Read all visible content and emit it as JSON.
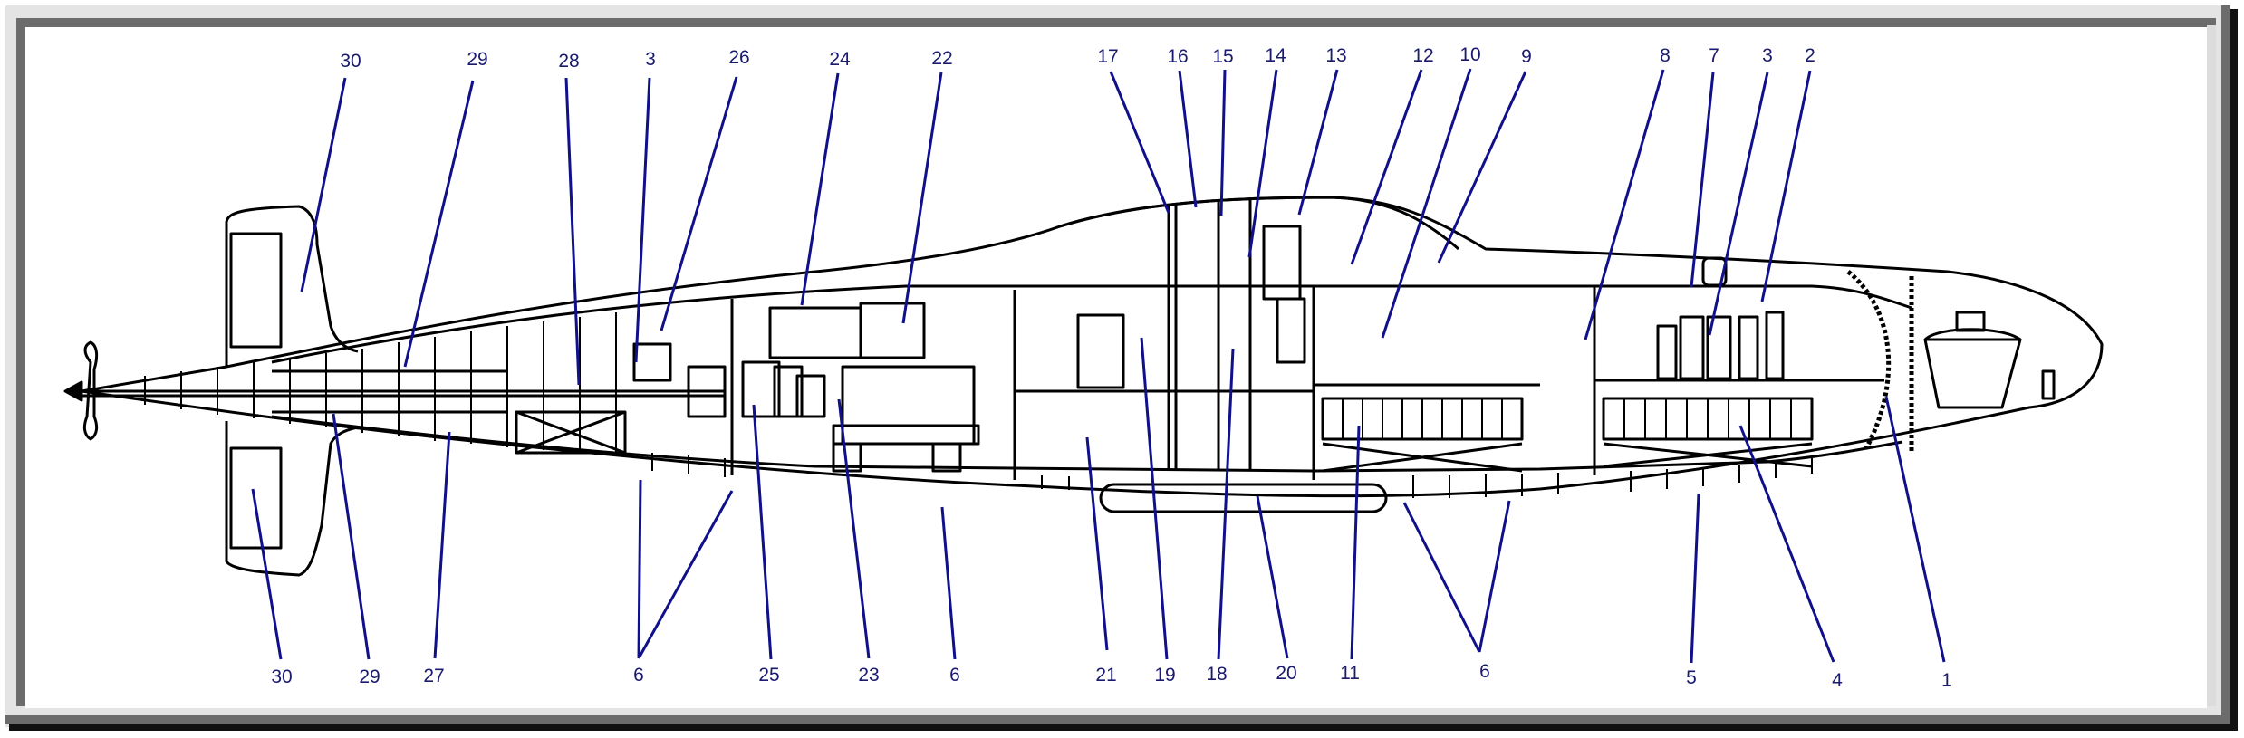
{
  "diagram": {
    "subject": "Submarine longitudinal cutaway section",
    "colors": {
      "callout_line": "#10108a",
      "callout_text": "#1a1a6e",
      "drawing_ink": "#000000",
      "frame_dark": "#6c6c6c",
      "frame_light": "#e4e4e4",
      "background": "#ffffff"
    },
    "top_labels": [
      {
        "id": "t30",
        "text": "30"
      },
      {
        "id": "t29",
        "text": "29"
      },
      {
        "id": "t28",
        "text": "28"
      },
      {
        "id": "t3a",
        "text": "3"
      },
      {
        "id": "t26",
        "text": "26"
      },
      {
        "id": "t24",
        "text": "24"
      },
      {
        "id": "t22",
        "text": "22"
      },
      {
        "id": "t17",
        "text": "17"
      },
      {
        "id": "t16",
        "text": "16"
      },
      {
        "id": "t15",
        "text": "15"
      },
      {
        "id": "t14",
        "text": "14"
      },
      {
        "id": "t13",
        "text": "13"
      },
      {
        "id": "t12",
        "text": "12"
      },
      {
        "id": "t10",
        "text": "10"
      },
      {
        "id": "t9",
        "text": "9"
      },
      {
        "id": "t8",
        "text": "8"
      },
      {
        "id": "t7",
        "text": "7"
      },
      {
        "id": "t3b",
        "text": "3"
      },
      {
        "id": "t2",
        "text": "2"
      }
    ],
    "bottom_labels": [
      {
        "id": "b30",
        "text": "30"
      },
      {
        "id": "b29",
        "text": "29"
      },
      {
        "id": "b27",
        "text": "27"
      },
      {
        "id": "b6a",
        "text": "6"
      },
      {
        "id": "b25",
        "text": "25"
      },
      {
        "id": "b23",
        "text": "23"
      },
      {
        "id": "b6b",
        "text": "6"
      },
      {
        "id": "b21",
        "text": "21"
      },
      {
        "id": "b19",
        "text": "19"
      },
      {
        "id": "b18",
        "text": "18"
      },
      {
        "id": "b20",
        "text": "20"
      },
      {
        "id": "b11",
        "text": "11"
      },
      {
        "id": "b6c",
        "text": "6"
      },
      {
        "id": "b5",
        "text": "5"
      },
      {
        "id": "b4",
        "text": "4"
      },
      {
        "id": "b1",
        "text": "1"
      }
    ]
  }
}
